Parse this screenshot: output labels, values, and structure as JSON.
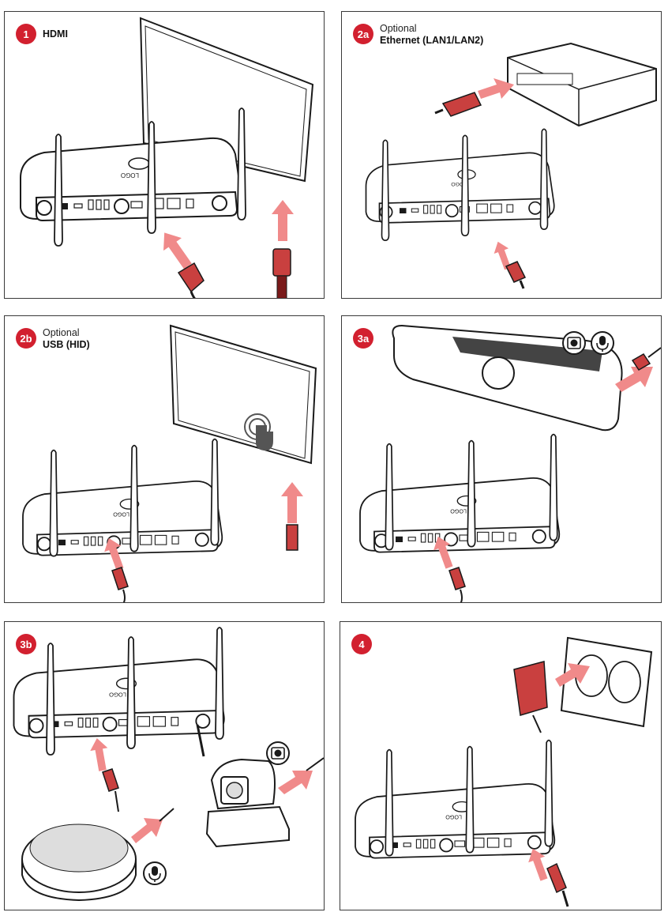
{
  "colors": {
    "accent": "#d2202f",
    "arrow": "#f08a8a",
    "cable": "#c9403f",
    "line": "#1a1a1a"
  },
  "panels": [
    {
      "step": "1",
      "optional": "",
      "title": "HDMI"
    },
    {
      "step": "2a",
      "optional": "Optional",
      "title": "Ethernet (LAN1/LAN2)"
    },
    {
      "step": "2b",
      "optional": "Optional",
      "title": "USB (HID)"
    },
    {
      "step": "3a",
      "optional": "",
      "title": ""
    },
    {
      "step": "3b",
      "optional": "",
      "title": ""
    },
    {
      "step": "4",
      "optional": "",
      "title": ""
    }
  ],
  "icons": {
    "p3a": [
      "camera-icon",
      "microphone-icon"
    ],
    "p3b": [
      "camera-icon",
      "microphone-icon"
    ]
  }
}
